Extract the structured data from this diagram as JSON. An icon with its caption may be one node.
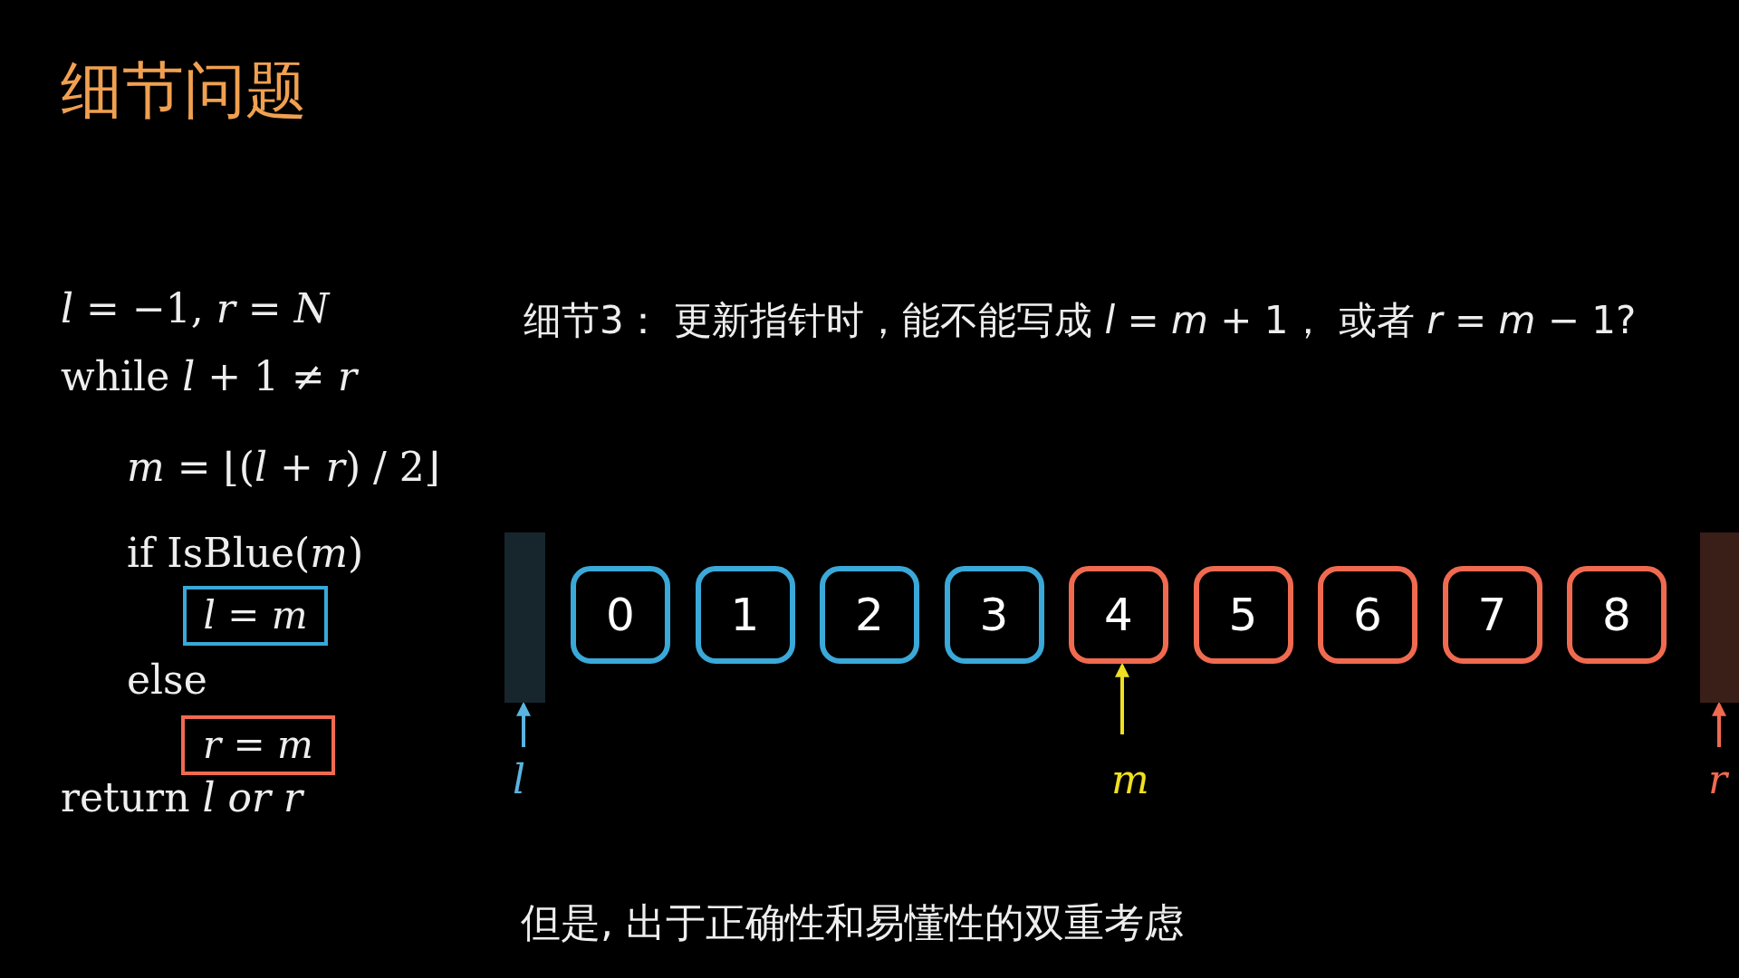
{
  "diagram": {
    "title": "细节问题",
    "nodes": [
      {
        "text": [],
        "shape": "bar"
      },
      {
        "text": [
          "0"
        ]
      },
      {
        "text": [
          "1"
        ]
      },
      {
        "text": [
          "2"
        ]
      },
      {
        "text": [
          "3"
        ]
      },
      {
        "text": [
          "4"
        ]
      },
      {
        "text": [
          "5"
        ]
      },
      {
        "text": [
          "6"
        ]
      },
      {
        "text": [
          "7"
        ]
      },
      {
        "text": [
          "8"
        ]
      },
      {
        "text": [],
        "shape": "bar"
      },
      {
        "text": [
          "*l*"
        ]
      },
      {
        "text": [
          "*m*"
        ]
      },
      {
        "text": [
          "*r*"
        ]
      },
      {
        "text": [
          "*l* = *m*"
        ]
      },
      {
        "text": [
          "*r* = *m*"
        ]
      }
    ],
    "edges": [
      {
        "from": 11,
        "to": 0,
        "arrow": "to",
        "color": "#5ab4e0"
      },
      {
        "from": 12,
        "to": 5,
        "arrow": "to",
        "color": "#f0e020"
      },
      {
        "from": 13,
        "to": 10,
        "arrow": "to",
        "color": "#f06a50"
      }
    ],
    "labels": [
      "*l* = −1,  *r* = *N*",
      "while *l* + 1 ≠ *r*",
      "*m* = ⌊(*l* + *r*) / 2⌋",
      "if IsBlue(*m*)",
      "else",
      "return *l* *or* *r*",
      "细节3：  更新指针时，能不能写成 *l* = *m* + 1， 或者 *r* = *m* − 1?"
    ],
    "caption": "但是, 出于正确性和易懂性的双重考虑"
  }
}
